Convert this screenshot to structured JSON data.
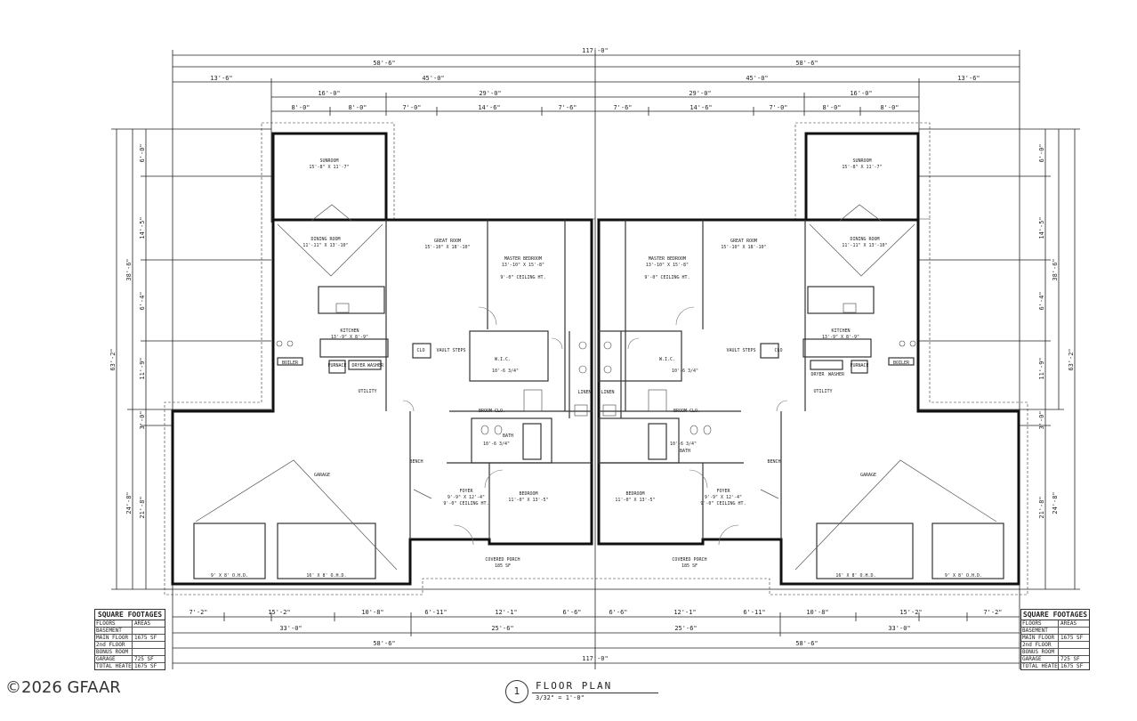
{
  "watermark": "©2026 GFAAR",
  "title": {
    "number": "1",
    "name": "FLOOR PLAN",
    "scale": "3/32\" = 1'-0\""
  },
  "dimensions": {
    "overall_top": "117'-0\"",
    "overall_bottom": "117'-0\"",
    "half_top": [
      "58'-6\"",
      "58'-6\""
    ],
    "half_bottom": [
      "58'-6\"",
      "58'-6\""
    ],
    "top_row3": [
      "13'-6\"",
      "45'-0\"",
      "45'-0\"",
      "13'-6\""
    ],
    "top_row4": [
      "16'-0\"",
      "29'-0\"",
      "29'-0\"",
      "16'-0\""
    ],
    "top_row5": [
      "8'-0\"",
      "8'-0\"",
      "7'-0\"",
      "14'-6\"",
      "7'-6\"",
      "7'-6\"",
      "14'-6\"",
      "7'-0\"",
      "8'-0\"",
      "8'-0\""
    ],
    "bottom_row1": [
      "7'-2\"",
      "15'-2\"",
      "10'-8\"",
      "6'-11\"",
      "12'-1\"",
      "6'-6\"",
      "6'-6\"",
      "12'-1\"",
      "6'-11\"",
      "10'-8\"",
      "15'-2\"",
      "7'-2\""
    ],
    "bottom_row2": [
      "33'-0\"",
      "25'-6\"",
      "25'-6\"",
      "33'-0\""
    ],
    "left_outer": "63'-2\"",
    "left_inner": [
      "38'-6\"",
      "24'-8\""
    ],
    "left_parts": [
      "6'-0\"",
      "14'-5\"",
      "6'-4\"",
      "11'-9\"",
      "3'-0\"",
      "21'-8\""
    ],
    "right_outer": "63'-2\"",
    "right_inner": [
      "38'-6\"",
      "24'-8\""
    ],
    "right_parts": [
      "6'-0\"",
      "14'-5\"",
      "6'-4\"",
      "11'-9\"",
      "3'-0\"",
      "21'-8\""
    ]
  },
  "rooms_left": {
    "sunroom": "SUNROOM",
    "sunroom_size": "15'-8\" X 11'-7\"",
    "dining": "DINING ROOM",
    "dining_size": "11'-11\" X 13'-10\"",
    "great": "GREAT ROOM",
    "great_size": "15'-10\" X 18'-10\"",
    "master": "MASTER BEDROOM",
    "master_size": "13'-10\" X 15'-8\"",
    "master_ceiling": "9'-0\" CEILING HT.",
    "kitchen": "KITCHEN",
    "kitchen_size": "13'-9\" X 8'-9\"",
    "wic": "W.I.C.",
    "wic_size": "10'-6 3/4\"",
    "broom": "BROOM CLO.",
    "bath": "BATH",
    "bath_size": "10'-6 3/4\"",
    "linen": "LINEN",
    "foyer": "FOYER",
    "foyer_size": "9'-9\" X 12'-4\"",
    "foyer_ceiling": "9'-0\" CEILING HT.",
    "bedroom": "BEDROOM",
    "bedroom_size": "11'-0\" X 13'-5\"",
    "garage": "GARAGE",
    "porch": "COVERED PORCH",
    "porch_area": "185 SF",
    "utility": "UTILITY",
    "furnace": "FURNACE",
    "dryer": "DRYER",
    "washer": "WASHER",
    "boiler": "BOILER",
    "vault": "VAULT STEPS",
    "door1": "9' X 8' O.H.D.",
    "door2": "16' X 8' O.H.D.",
    "bench": "BENCH",
    "clo": "CLO"
  },
  "rooms_right": {
    "sunroom": "SUNROOM",
    "sunroom_size": "15'-8\" X 11'-7\"",
    "dining": "DINING ROOM",
    "dining_size": "11'-11\" X 13'-10\"",
    "great": "GREAT ROOM",
    "great_size": "15'-10\" X 18'-10\"",
    "master": "MASTER BEDROOM",
    "master_size": "13'-10\" X 15'-8\"",
    "master_ceiling": "9'-0\" CEILING HT.",
    "kitchen": "KITCHEN",
    "kitchen_size": "13'-9\" X 8'-9\"",
    "wic": "W.I.C.",
    "wic_size": "10'-6 3/4\"",
    "broom": "BROOM CLO.",
    "bath": "BATH",
    "bath_size": "10'-6 3/4\"",
    "linen": "LINEN",
    "foyer": "FOYER",
    "foyer_size": "9'-9\" X 12'-4\"",
    "foyer_ceiling": "9'-0\" CEILING HT.",
    "bedroom": "BEDROOM",
    "bedroom_size": "11'-0\" X 13'-5\"",
    "garage": "GARAGE",
    "porch": "COVERED PORCH",
    "porch_area": "185 SF",
    "utility": "UTILITY",
    "furnace": "FURNACE",
    "dryer": "DRYER",
    "washer": "WASHER",
    "boiler": "BOILER",
    "vault": "VAULT STEPS",
    "door1": "16' X 8' O.H.D.",
    "door2": "9' X 8' O.H.D.",
    "bench": "BENCH",
    "clo": "CLO"
  },
  "square_footage_left": {
    "title": "SQUARE FOOTAGES",
    "col1": "FLOORS",
    "col2": "AREAS",
    "rows": [
      {
        "floor": "BASEMENT",
        "area": ""
      },
      {
        "floor": "MAIN FLOOR",
        "area": "1675 SF"
      },
      {
        "floor": "2nd FLOOR",
        "area": ""
      },
      {
        "floor": "BONUS ROOM",
        "area": ""
      },
      {
        "floor": "GARAGE",
        "area": "725 SF"
      },
      {
        "floor": "TOTAL HEATED",
        "area": "1675 SF"
      }
    ]
  },
  "square_footage_right": {
    "title": "SQUARE FOOTAGES",
    "col1": "FLOORS",
    "col2": "AREAS",
    "rows": [
      {
        "floor": "BASEMENT",
        "area": ""
      },
      {
        "floor": "MAIN FLOOR",
        "area": "1675 SF"
      },
      {
        "floor": "2nd FLOOR",
        "area": ""
      },
      {
        "floor": "BONUS ROOM",
        "area": ""
      },
      {
        "floor": "GARAGE",
        "area": "725 SF"
      },
      {
        "floor": "TOTAL HEATED",
        "area": "1675 SF"
      }
    ]
  }
}
